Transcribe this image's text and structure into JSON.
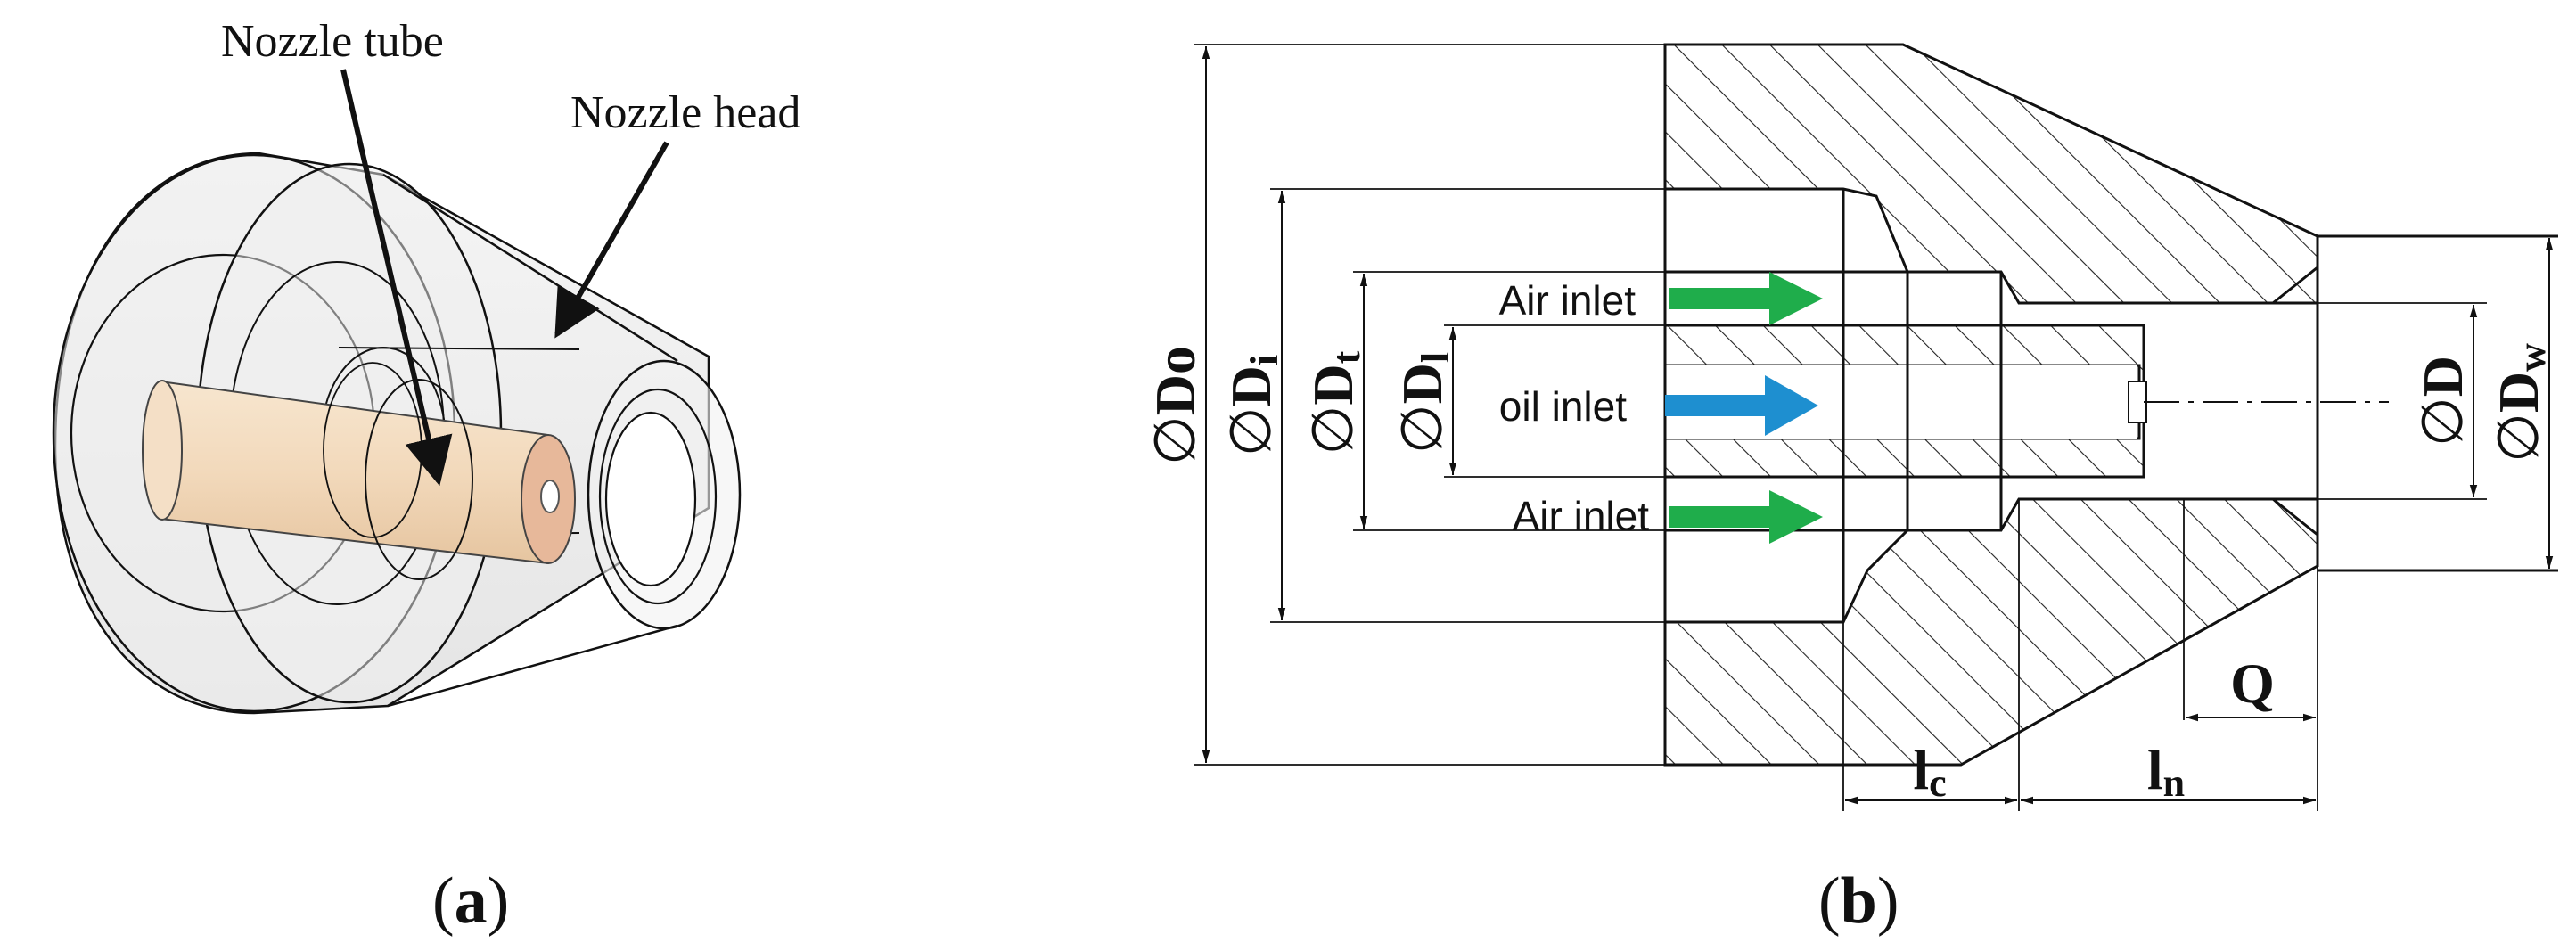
{
  "panel_a": {
    "label_nozzle_tube": "Nozzle tube",
    "label_nozzle_head": "Nozzle head",
    "caption_open": "(",
    "caption_letter": "a",
    "caption_close": ")"
  },
  "panel_b": {
    "air_inlet_top": "Air inlet",
    "oil_inlet": "oil inlet",
    "air_inlet_bottom": "Air inlet",
    "dims": {
      "Do": {
        "sym": "∅",
        "base": "D",
        "sub": "o"
      },
      "Di": {
        "sym": "∅",
        "base": "D",
        "sub": "i"
      },
      "Dt": {
        "sym": "∅",
        "base": "D",
        "sub": "t"
      },
      "Dl": {
        "sym": "∅",
        "base": "D",
        "sub": "l"
      },
      "D": {
        "sym": "∅",
        "base": "D"
      },
      "Dw": {
        "sym": "∅",
        "base": "D",
        "sub": "w"
      },
      "Q": "Q",
      "lc": {
        "base": "l",
        "sub": "c"
      },
      "ln": {
        "base": "l",
        "sub": "n"
      }
    },
    "caption_open": "(",
    "caption_letter": "b",
    "caption_close": ")"
  },
  "colors": {
    "air_arrow": "#1fad4b",
    "oil_arrow": "#1e8fd0",
    "tube_fill": "#f3dcc0",
    "tube_end": "#e7b89a",
    "line": "#111111"
  }
}
